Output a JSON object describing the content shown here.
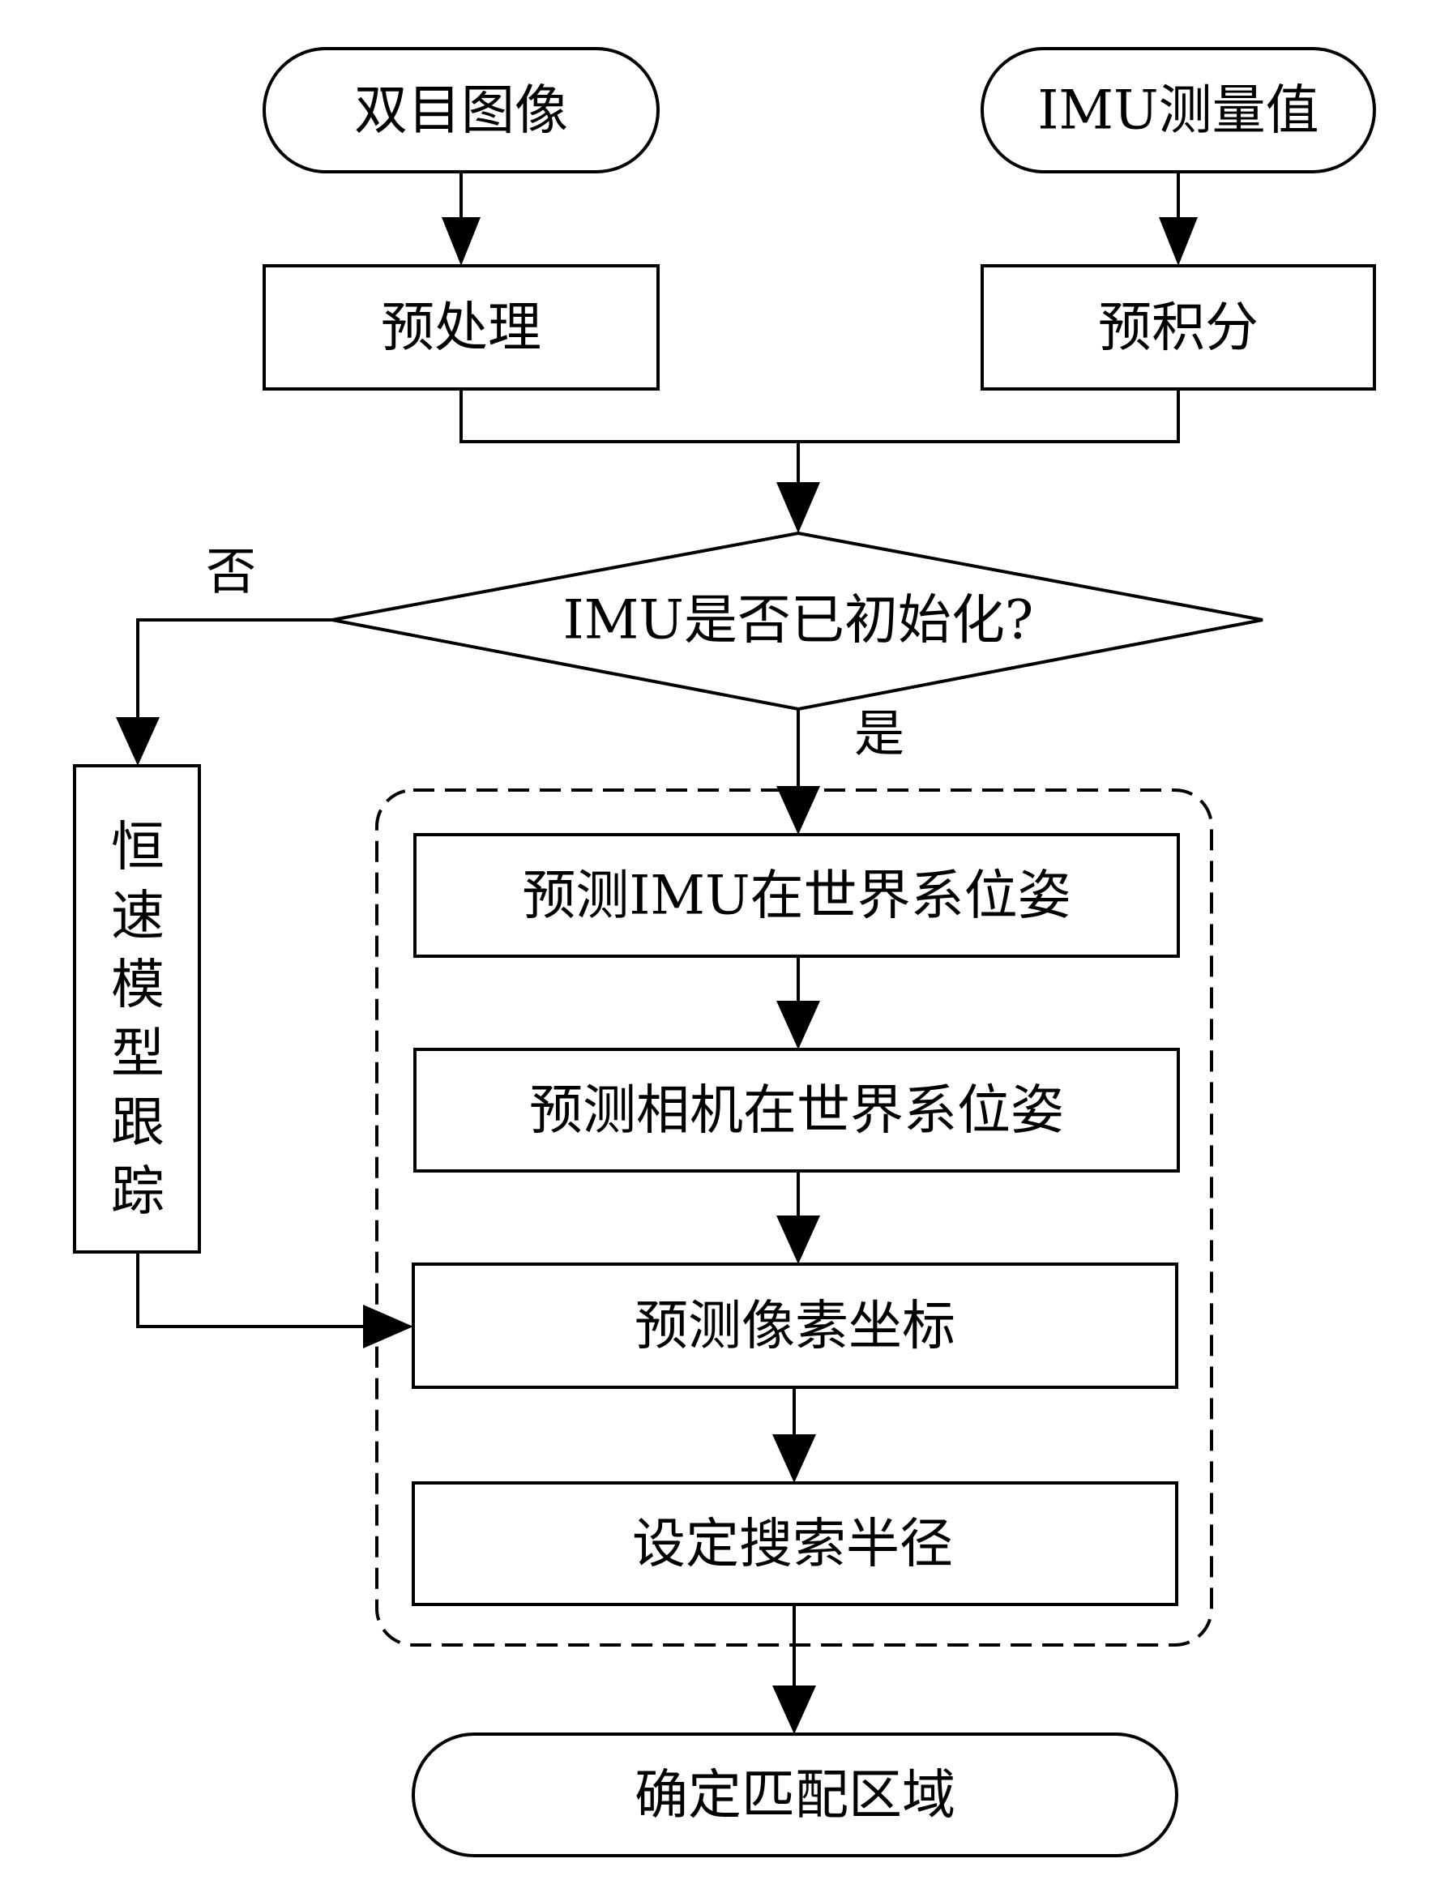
{
  "nodes": {
    "stereo": "双目图像",
    "imu_meas": "IMU测量值",
    "preprocess": "预处理",
    "preintegrate": "预积分",
    "decision": "IMU是否已初始化?",
    "const_vel": [
      "恒",
      "速",
      "模",
      "型",
      "跟",
      "踪"
    ],
    "pred_imu": "预测IMU在世界系位姿",
    "pred_cam": "预测相机在世界系位姿",
    "pred_pixel": "预测像素坐标",
    "search_radius": "设定搜索半径",
    "match_region": "确定匹配区域"
  },
  "edge_labels": {
    "no": "否",
    "yes": "是"
  }
}
